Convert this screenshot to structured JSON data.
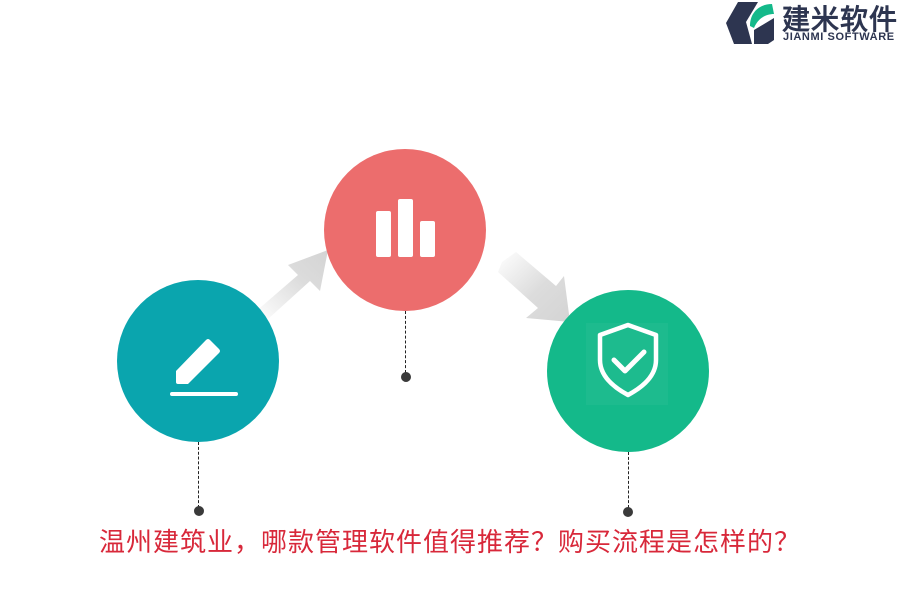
{
  "brand": {
    "name_cn": "建米软件",
    "name_en": "JIANMI SOFTWARE",
    "colors": {
      "dark": "#2d3550",
      "green": "#14b98a"
    }
  },
  "steps": [
    {
      "id": "edit",
      "icon": "pencil-edit-icon",
      "color": "#0aa5ae"
    },
    {
      "id": "analyze",
      "icon": "bar-chart-icon",
      "color": "#ec6d6d"
    },
    {
      "id": "secure",
      "icon": "shield-check-icon",
      "color": "#14b98a"
    }
  ],
  "arrows": [
    {
      "from": "edit",
      "to": "analyze",
      "color": "#d9d9d9"
    },
    {
      "from": "analyze",
      "to": "secure",
      "color": "#d9d9d9"
    }
  ],
  "title": {
    "text": "温州建筑业，哪款管理软件值得推荐？购买流程是怎样的？",
    "color": "#d8283a"
  }
}
